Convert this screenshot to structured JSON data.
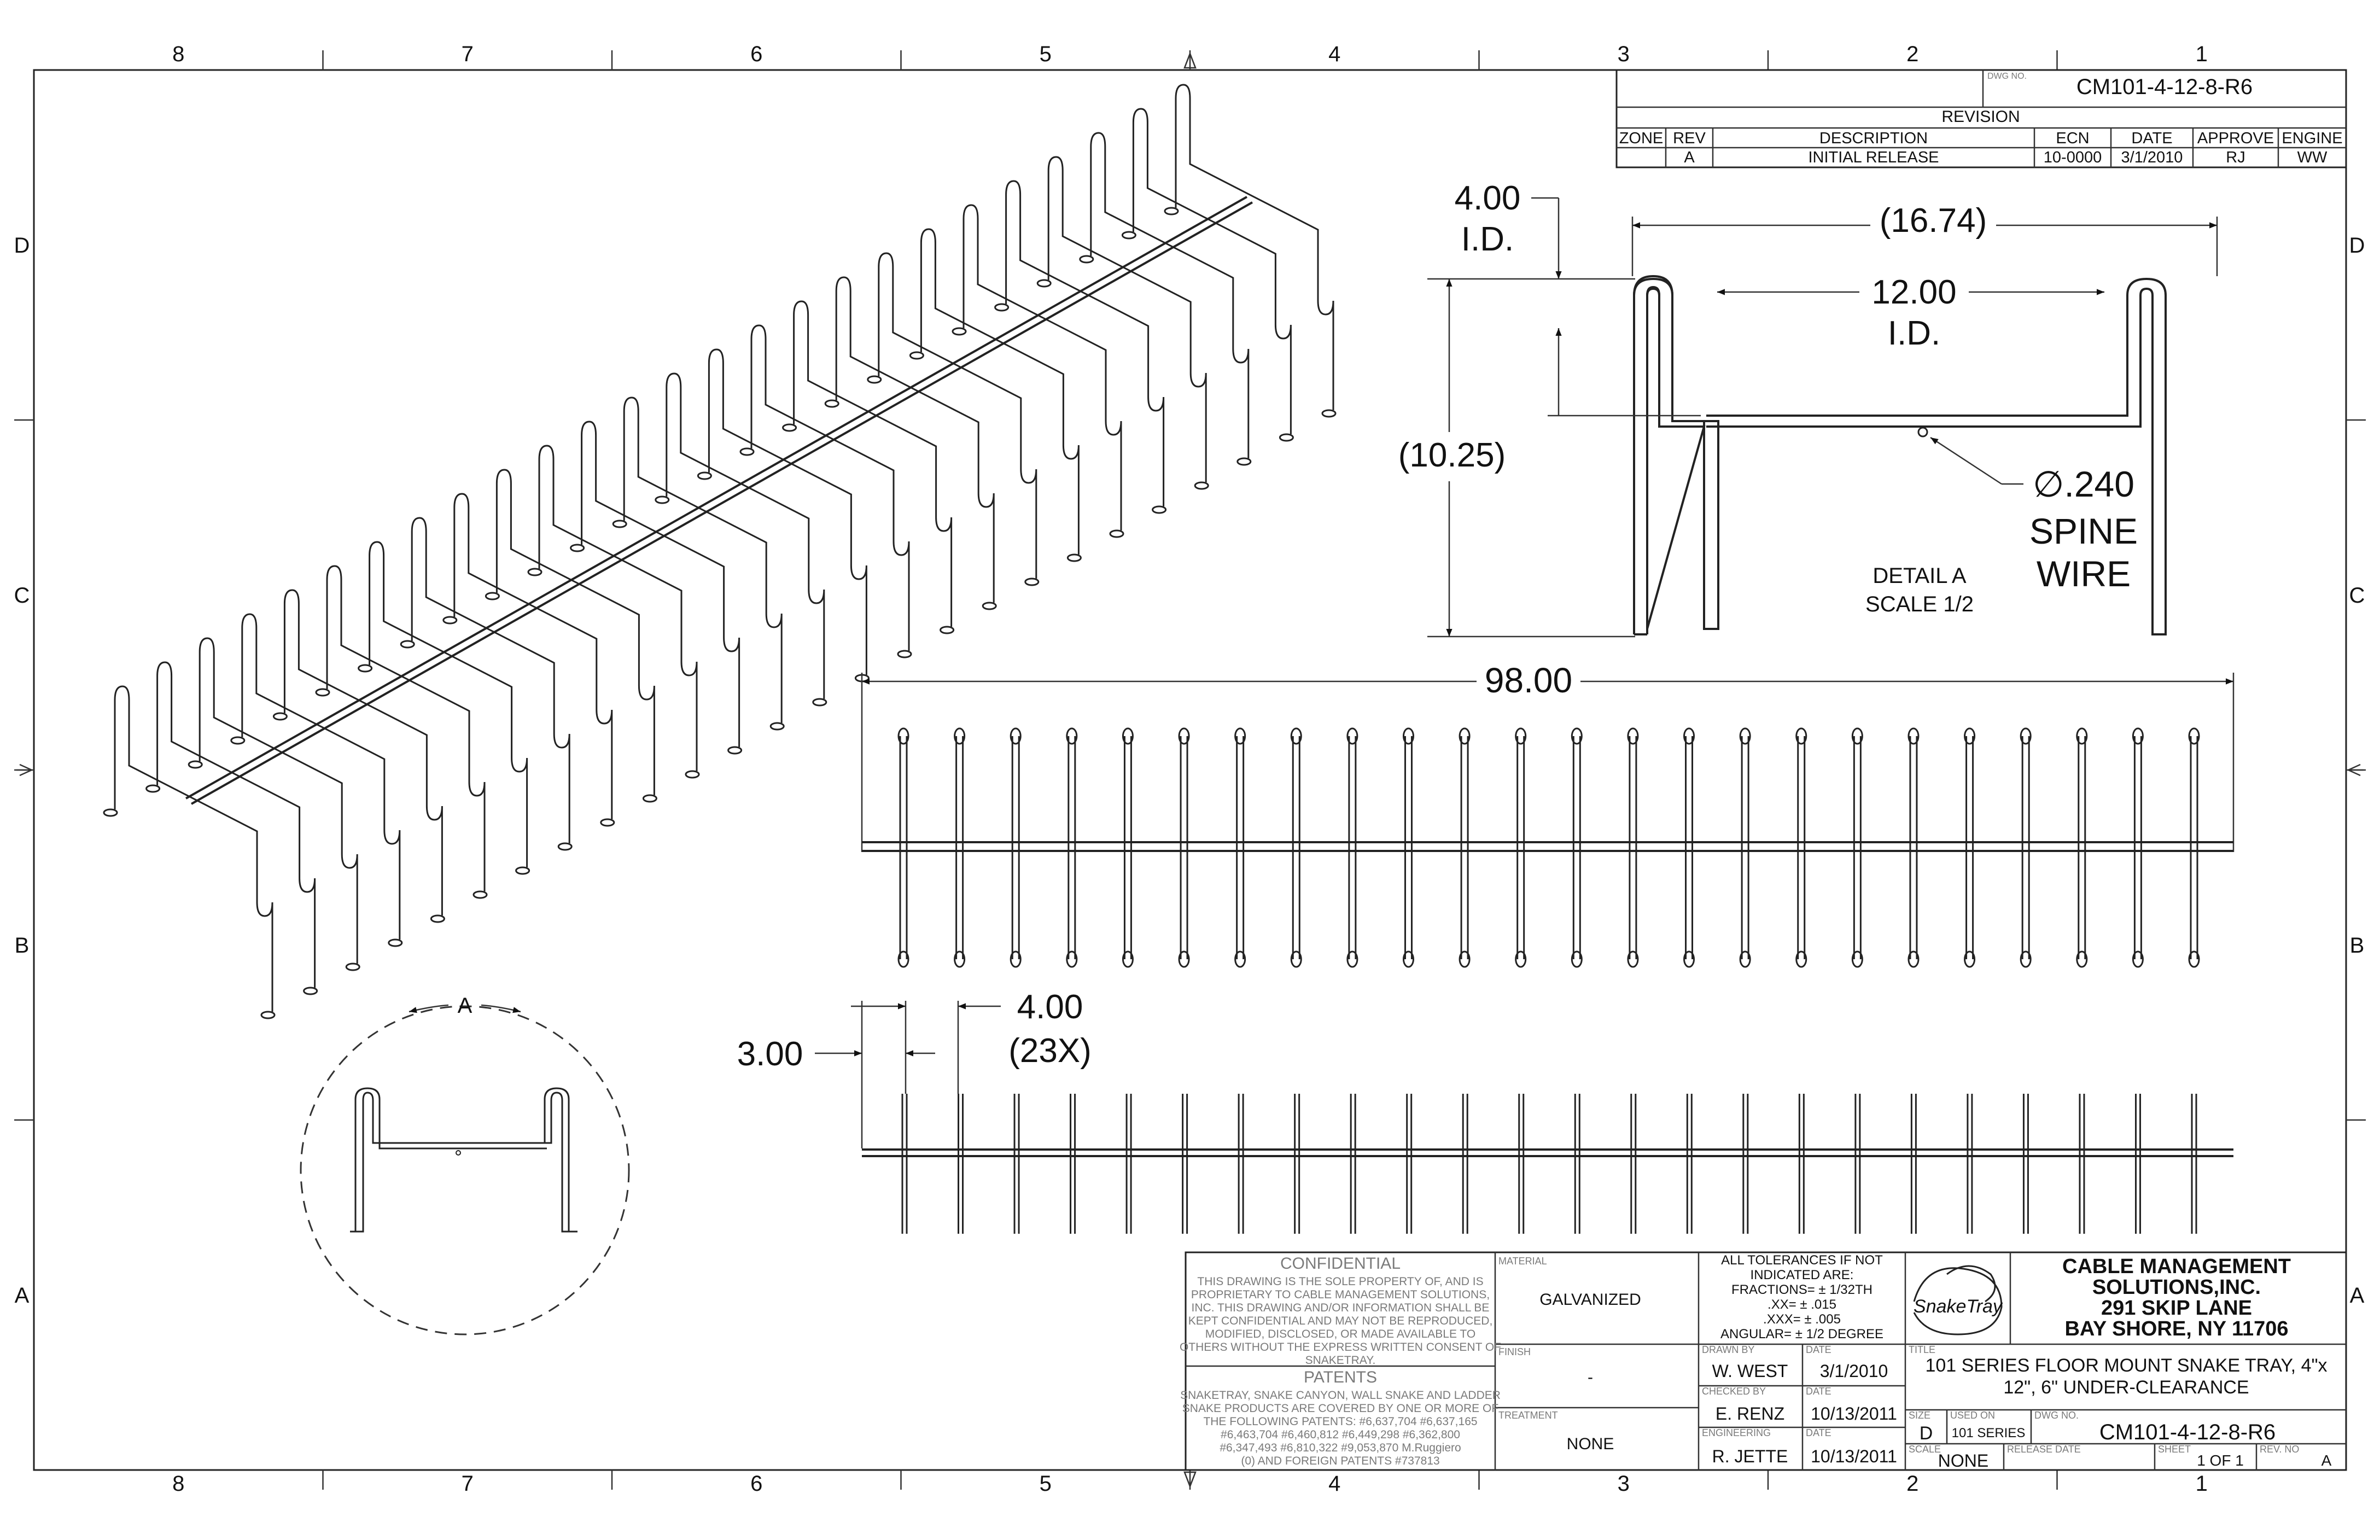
{
  "border": {
    "columns": [
      "8",
      "7",
      "6",
      "5",
      "4",
      "3",
      "2",
      "1"
    ],
    "rows": [
      "D",
      "C",
      "B",
      "A"
    ]
  },
  "revision": {
    "dwg_no_label": "DWG NO.",
    "dwg_no": "CM101-4-12-8-R6",
    "title": "REVISION",
    "headers": [
      "ZONE",
      "REV",
      "DESCRIPTION",
      "ECN",
      "DATE",
      "APPROVE",
      "ENGINE"
    ],
    "row": [
      "",
      "A",
      "INITIAL RELEASE",
      "10-0000",
      "3/1/2010",
      "RJ",
      "WW"
    ]
  },
  "detail": {
    "dim_top_od": "(16.74)",
    "dim_id_value": "12.00",
    "dim_id_suffix": "I.D.",
    "dim_height_value": "4.00",
    "dim_height_suffix": "I.D.",
    "dim_overall_height": "(10.25)",
    "spine_dia": "∅.240",
    "spine_line1": "SPINE",
    "spine_line2": "WIRE",
    "label_line1": "DETAIL  A",
    "label_line2": "SCALE 1/2"
  },
  "plan_view": {
    "overall_length": "98.00",
    "wire_count": 24
  },
  "side_view": {
    "end_offset": "3.00",
    "spacing": "4.00",
    "spacing_count": "(23X)",
    "wire_count": 24
  },
  "section_marker": "A",
  "title_block": {
    "confidential_title": "CONFIDENTIAL",
    "confidential_text": "THIS DRAWING IS THE SOLE PROPERTY OF, AND IS PROPRIETARY TO CABLE MANAGEMENT SOLUTIONS, INC. THIS DRAWING AND/OR INFORMATION SHALL BE KEPT CONFIDENTIAL AND MAY NOT BE REPRODUCED, MODIFIED, DISCLOSED, OR MADE AVAILABLE TO OTHERS WITHOUT THE EXPRESS WRITTEN CONSENT OF SNAKETRAY.",
    "patents_title": "PATENTS",
    "patents_text": "SNAKETRAY, SNAKE CANYON, WALL SNAKE AND LADDER SNAKE PRODUCTS ARE COVERED BY ONE OR MORE OF THE FOLLOWING PATENTS: #6,637,704 #6,637,165 #6,463,704 #6,460,812 #6,449,298 #6,362,800 #6,347,493 #6,810,322 #9,053,870 M.Ruggiero (0) AND FOREIGN PATENTS #737813",
    "material_label": "MATERIAL",
    "material_value": "GALVANIZED",
    "finish_label": "FINISH",
    "finish_value": "-",
    "treatment_label": "TREATMENT",
    "treatment_value": "NONE",
    "tolerances": [
      "ALL TOLERANCES IF NOT",
      "INDICATED ARE:",
      "FRACTIONS= ± 1/32TH",
      ".XX= ± .015",
      ".XXX= ± .005",
      "ANGULAR= ± 1/2 DEGREE"
    ],
    "drawn_by_label": "DRAWN BY",
    "drawn_by": "W. WEST",
    "drawn_date": "3/1/2010",
    "checked_by_label": "CHECKED BY",
    "checked_by": "E. RENZ",
    "checked_date": "10/13/2011",
    "engineering_label": "ENGINEERING",
    "engineering_by": "R. JETTE",
    "engineering_date": "10/13/2011",
    "date_label": "DATE",
    "logo_text": "SnakeTray",
    "company": [
      "CABLE MANAGEMENT",
      "SOLUTIONS,INC.",
      "291 SKIP LANE",
      "BAY SHORE, NY 11706"
    ],
    "title_label": "TITLE",
    "title_line1": "101 SERIES FLOOR MOUNT SNAKE TRAY, 4\"x",
    "title_line2": "12\", 6\" UNDER-CLEARANCE",
    "size_label": "SIZE",
    "size_value": "D",
    "used_on_label": "USED ON",
    "used_on_value": "101 SERIES",
    "dwg_no_label": "DWG NO.",
    "dwg_no_value": "CM101-4-12-8-R6",
    "scale_label": "SCALE",
    "scale_value": "NONE",
    "release_label": "RELEASE DATE",
    "sheet_label": "SHEET",
    "sheet_value": "1 OF 1",
    "rev_label": "REV. NO",
    "rev_value": "A"
  }
}
